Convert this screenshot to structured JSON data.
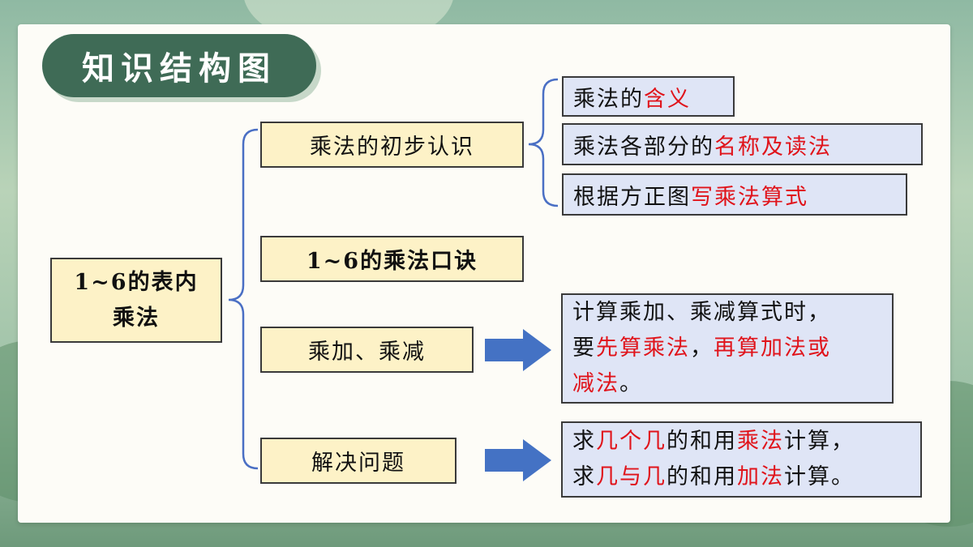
{
  "title": "知识结构图",
  "root": {
    "line1": "1~6的表内",
    "line2": "乘法"
  },
  "branches": [
    {
      "label": "乘法的初步认识"
    },
    {
      "label": "1~6的乘法口诀"
    },
    {
      "label": "乘加、乘减"
    },
    {
      "label": "解决问题"
    }
  ],
  "sub_items": [
    {
      "plain": "乘法的",
      "red": "含义"
    },
    {
      "plain": "乘法各部分的",
      "red": "名称及读法"
    },
    {
      "plain": "根据方正图",
      "red": "写乘法算式"
    }
  ],
  "note_mul_add": {
    "l1": "计算乘加、乘减算式时，",
    "l2a": "要",
    "l2b": "先算乘法",
    "l2c": "，",
    "l2d": "再算加法或",
    "l3a": "减法",
    "l3b": "。"
  },
  "note_problem": {
    "l1a": "求",
    "l1b": "几个几",
    "l1c": "的和用",
    "l1d": "乘法",
    "l1e": "计算，",
    "l2a": "求",
    "l2b": "几与几",
    "l2c": "的和用",
    "l2d": "加法",
    "l2e": "计算。"
  },
  "colors": {
    "red": "#e0141b",
    "bracket": "#4a6fc4",
    "arrow": "#4472c4",
    "title_bg": "#3f6b56"
  }
}
